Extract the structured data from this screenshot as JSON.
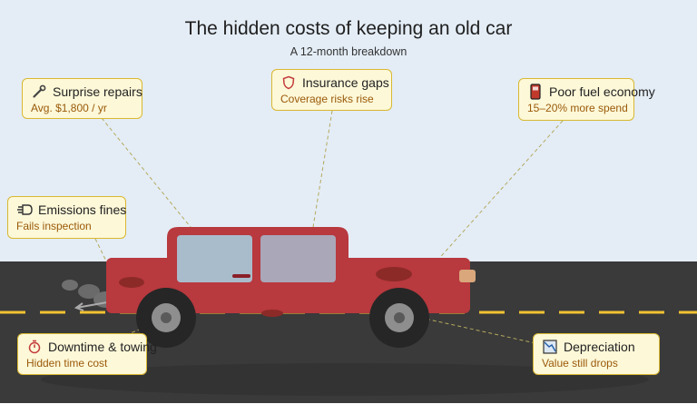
{
  "title": "The hidden costs of keeping an old car",
  "subtitle": "A 12-month breakdown",
  "colors": {
    "sky": "#e4edf6",
    "road": "#3a3a3a",
    "lane": "#f1c232",
    "car_body": "#b8393e",
    "window": "#a9bccc",
    "callout_bg": "#fdf8d8",
    "callout_border": "#d9b832",
    "callout_sub_text": "#9a5a0a"
  },
  "callouts": {
    "repairs": {
      "label": "Surprise repairs",
      "detail": "Avg. $1,800 / yr",
      "icon": "wrench-icon"
    },
    "insurance": {
      "label": "Insurance gaps",
      "detail": "Coverage risks rise",
      "icon": "shield-icon"
    },
    "fuel": {
      "label": "Poor fuel economy",
      "detail": "15–20% more spend",
      "icon": "fuel-pump-icon"
    },
    "emissions": {
      "label": "Emissions fines",
      "detail": "Fails inspection",
      "icon": "exhaust-icon"
    },
    "downtime": {
      "label": "Downtime & towing",
      "detail": "Hidden time cost",
      "icon": "stopwatch-icon"
    },
    "depreciation": {
      "label": "Depreciation",
      "detail": "Value still drops",
      "icon": "chart-down-icon"
    }
  }
}
